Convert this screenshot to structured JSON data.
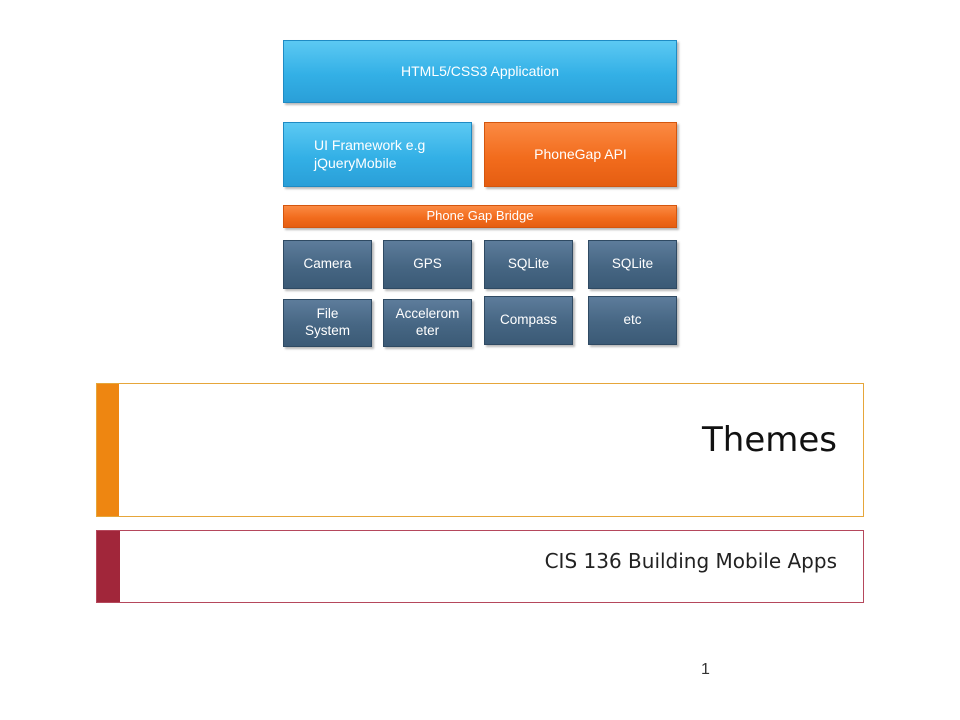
{
  "diagram": {
    "app_layer": "HTML5/CSS3 Application",
    "ui_framework": "UI Framework e.g jQueryMobile",
    "phonegap_api": "PhoneGap API",
    "bridge": "Phone Gap Bridge",
    "modules": [
      "Camera",
      "GPS",
      "SQLite",
      "SQLite",
      "File System",
      "Accelerom eter",
      "Compass",
      "etc"
    ],
    "colors": {
      "blue": "#33b0e6",
      "orange": "#f26c1d",
      "slate": "#466683"
    }
  },
  "slide": {
    "title": "Themes",
    "subtitle": "CIS 136 Building Mobile Apps",
    "page_number": "1",
    "colors": {
      "title_accent": "#ee8611",
      "subtitle_accent": "#a1263a"
    }
  }
}
